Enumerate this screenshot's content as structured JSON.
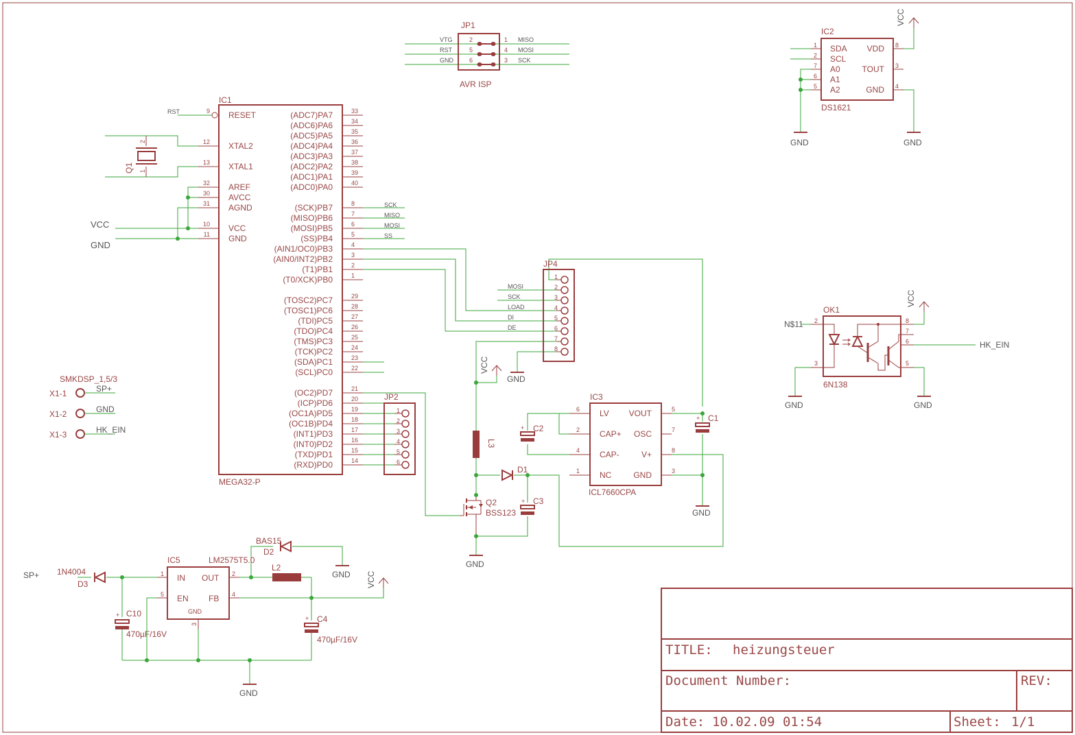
{
  "sheet": {
    "title_label": "TITLE:",
    "title": "heizungsteuer",
    "document_number_label": "Document Number:",
    "rev_label": "REV:",
    "date_label": "Date:",
    "date": "10.02.09 01:54",
    "sheet_label": "Sheet:",
    "sheet_value": "1/1"
  },
  "colors": {
    "symbol": "#9a3c3c",
    "wire": "#3aa63a",
    "net_label": "#555555"
  },
  "ic1": {
    "name": "IC1",
    "part": "MEGA32-P",
    "left_pins": [
      {
        "num": "9",
        "name": "RESET"
      },
      {
        "num": "12",
        "name": "XTAL2"
      },
      {
        "num": "13",
        "name": "XTAL1"
      },
      {
        "num": "32",
        "name": "AREF"
      },
      {
        "num": "30",
        "name": "AVCC"
      },
      {
        "num": "31",
        "name": "AGND"
      },
      {
        "num": "10",
        "name": "VCC"
      },
      {
        "num": "11",
        "name": "GND"
      }
    ],
    "right_pins": [
      {
        "num": "33",
        "name": "(ADC7)PA7"
      },
      {
        "num": "34",
        "name": "(ADC6)PA6"
      },
      {
        "num": "35",
        "name": "(ADC5)PA5"
      },
      {
        "num": "36",
        "name": "(ADC4)PA4"
      },
      {
        "num": "37",
        "name": "(ADC3)PA3"
      },
      {
        "num": "38",
        "name": "(ADC2)PA2"
      },
      {
        "num": "39",
        "name": "(ADC1)PA1"
      },
      {
        "num": "40",
        "name": "(ADC0)PA0"
      },
      {
        "num": "8",
        "name": "(SCK)PB7"
      },
      {
        "num": "7",
        "name": "(MISO)PB6"
      },
      {
        "num": "6",
        "name": "(MOSI)PB5"
      },
      {
        "num": "5",
        "name": "(SS)PB4"
      },
      {
        "num": "4",
        "name": "(AIN1/OC0)PB3"
      },
      {
        "num": "3",
        "name": "(AIN0/INT2)PB2"
      },
      {
        "num": "2",
        "name": "(T1)PB1"
      },
      {
        "num": "1",
        "name": "(T0/XCK)PB0"
      },
      {
        "num": "29",
        "name": "(TOSC2)PC7"
      },
      {
        "num": "28",
        "name": "(TOSC1)PC6"
      },
      {
        "num": "27",
        "name": "(TDI)PC5"
      },
      {
        "num": "26",
        "name": "(TDO)PC4"
      },
      {
        "num": "25",
        "name": "(TMS)PC3"
      },
      {
        "num": "24",
        "name": "(TCK)PC2"
      },
      {
        "num": "23",
        "name": "(SDA)PC1"
      },
      {
        "num": "22",
        "name": "(SCL)PC0"
      },
      {
        "num": "21",
        "name": "(OC2)PD7"
      },
      {
        "num": "20",
        "name": "(ICP)PD6"
      },
      {
        "num": "19",
        "name": "(OC1A)PD5"
      },
      {
        "num": "18",
        "name": "(OC1B)PD4"
      },
      {
        "num": "17",
        "name": "(INT1)PD3"
      },
      {
        "num": "16",
        "name": "(INT0)PD2"
      },
      {
        "num": "15",
        "name": "(TXD)PD1"
      },
      {
        "num": "14",
        "name": "(RXD)PD0"
      }
    ],
    "net_labels": {
      "rst": "RST",
      "sck": "SCK",
      "miso": "MISO",
      "mosi": "MOSI",
      "ss": "SS",
      "vcc": "VCC",
      "gnd": "GND"
    }
  },
  "q1": {
    "name": "Q1",
    "pin1": "1",
    "pin2": "2"
  },
  "jp1": {
    "name": "JP1",
    "value": "AVR ISP",
    "left": [
      {
        "num": "2",
        "net": "VTG"
      },
      {
        "num": "5",
        "net": "RST"
      },
      {
        "num": "6",
        "net": "GND"
      }
    ],
    "right": [
      {
        "num": "1",
        "net": "MISO"
      },
      {
        "num": "4",
        "net": "MOSI"
      },
      {
        "num": "3",
        "net": "SCK"
      }
    ]
  },
  "ic2": {
    "name": "IC2",
    "part": "DS1621",
    "left_pins": [
      {
        "num": "1",
        "name": "SDA"
      },
      {
        "num": "2",
        "name": "SCL"
      },
      {
        "num": "7",
        "name": "A0"
      },
      {
        "num": "6",
        "name": "A1"
      },
      {
        "num": "5",
        "name": "A2"
      }
    ],
    "right_pins": [
      {
        "num": "8",
        "name": "VDD"
      },
      {
        "num": "3",
        "name": "TOUT"
      },
      {
        "num": "4",
        "name": "GND"
      }
    ],
    "vcc": "VCC",
    "gnd1": "GND",
    "gnd2": "GND"
  },
  "jp4": {
    "name": "JP4",
    "pins": [
      "1",
      "2",
      "3",
      "4",
      "5",
      "6",
      "7",
      "8"
    ],
    "nets": [
      "MOSI",
      "SCK",
      "LOAD",
      "DI",
      "DE"
    ],
    "vcc": "VCC",
    "gnd": "GND"
  },
  "jp2": {
    "name": "JP2",
    "pins": [
      "1",
      "2",
      "3",
      "4",
      "5",
      "6"
    ]
  },
  "x1": {
    "value": "SMKDSP_1,5/3",
    "pins": [
      {
        "name": "X1-1",
        "net": "SP+"
      },
      {
        "name": "X1-2",
        "net": "GND"
      },
      {
        "name": "X1-3",
        "net": "HK_EIN"
      }
    ]
  },
  "ok1": {
    "name": "OK1",
    "part": "6N138",
    "pins": {
      "p2": "2",
      "p3": "3",
      "p8": "8",
      "p7": "7",
      "p6": "6",
      "p5": "5"
    },
    "net_in": "N$11",
    "net_out": "HK_EIN",
    "vcc": "VCC",
    "gnd1": "GND",
    "gnd2": "GND"
  },
  "ic3": {
    "name": "IC3",
    "part": "ICL7660CPA",
    "left_pins": [
      {
        "num": "6",
        "name": "LV"
      },
      {
        "num": "2",
        "name": "CAP+"
      },
      {
        "num": "4",
        "name": "CAP-"
      },
      {
        "num": "1",
        "name": "NC"
      }
    ],
    "right_pins": [
      {
        "num": "5",
        "name": "VOUT"
      },
      {
        "num": "7",
        "name": "OSC"
      },
      {
        "num": "8",
        "name": "V+"
      },
      {
        "num": "3",
        "name": "GND"
      }
    ],
    "gnd": "GND"
  },
  "passives": {
    "c1": "C1",
    "c2": "C2",
    "c3": "C3",
    "l3": "L3",
    "d1": "D1",
    "q2": "Q2",
    "q2_part": "BSS123",
    "gnd_q2": "GND",
    "vcc_l3": "VCC",
    "plus": "+"
  },
  "ic5": {
    "name": "IC5",
    "part": "LM2575T5.0",
    "pins": {
      "in_num": "1",
      "in": "IN",
      "out_num": "2",
      "out": "OUT",
      "en_num": "5",
      "en": "EN",
      "fb_num": "4",
      "fb": "FB",
      "gnd_num": "3",
      "gnd": "GND"
    },
    "d2": "D2",
    "d2_part": "BAS15",
    "d3": "D3",
    "d3_part": "1N4004",
    "l2": "L2",
    "c10": "C10",
    "c10_val": "470µF/16V",
    "c4": "C4",
    "c4_val": "470µF/16V",
    "sp": "SP+",
    "vcc": "VCC",
    "gnd1": "GND",
    "gnd2": "GND"
  }
}
